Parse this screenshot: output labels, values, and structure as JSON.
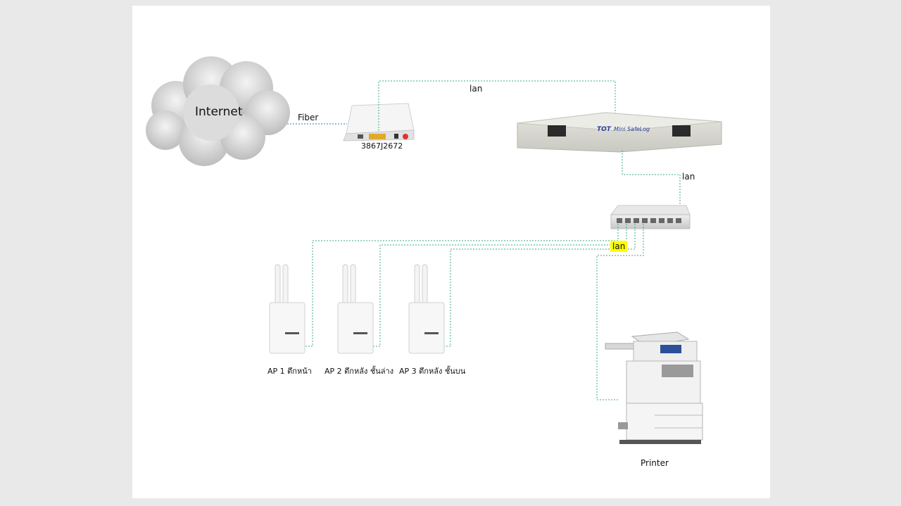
{
  "labels": {
    "internet": "Internet",
    "fiber": "Fiber",
    "modem_id": "3867J2672",
    "lan_top": "lan",
    "lan_right": "lan",
    "lan_switch": "lan",
    "ap1": "AP 1 ตึกหน้า",
    "ap2": "AP 2 ตึกหลัง ชั้นล่าง",
    "ap3": "AP 3 ตึกหลัง ชั้นบน",
    "printer": "Printer"
  },
  "devices": {
    "safelog_brand": "TOT",
    "safelog_name": "Mini SafeLog"
  },
  "colors": {
    "cable": "#3aa88a",
    "fiber": "#3a6fb0",
    "highlight": "#ffff00"
  }
}
